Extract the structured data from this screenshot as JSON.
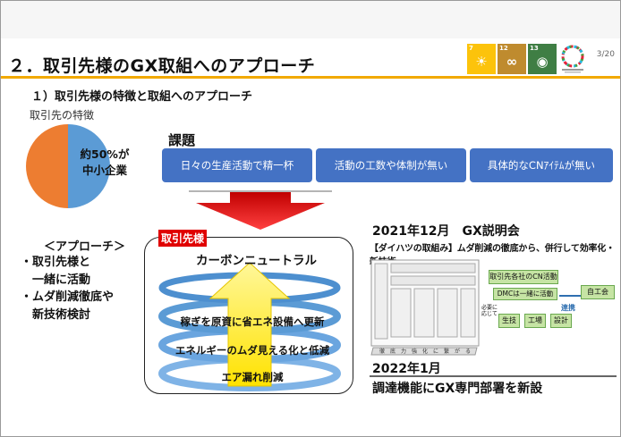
{
  "page": {
    "title": "２．取引先様のGX取組へのアプローチ",
    "page_number": "3/20",
    "subtitle": "１）取引先様の特徴と取組へのアプローチ"
  },
  "sdgs": [
    {
      "num": "7",
      "color": "#fcc30b",
      "icon": "sun-icon"
    },
    {
      "num": "12",
      "color": "#bf8b2e",
      "icon": "infinity-icon"
    },
    {
      "num": "13",
      "color": "#3f7e44",
      "icon": "eye-icon"
    }
  ],
  "features": {
    "label": "取引先の特徴",
    "pie_value": "約50%が\n中小企業",
    "pie_share": 0.5,
    "colors": {
      "blue": "#5b9bd5",
      "orange": "#ed7d31"
    }
  },
  "issues": {
    "title": "課題",
    "items": [
      "日々の生産活動で精一杯",
      "活動の工数や体制が無い",
      "具体的なCNｱｲﾃﾑが無い"
    ],
    "color": "#4472c4"
  },
  "approach": {
    "heading": "＜アプローチ＞",
    "lines": [
      "・取引先様と",
      "　一緒に活動",
      "・ムダ削減徹底や",
      "　新技術検討"
    ]
  },
  "partner": {
    "tag": "取引先様",
    "cn_title": "カーボンニュートラル",
    "activities": [
      "稼ぎを原資に省エネ設備へ更新",
      "エネルギーのムダ見える化と低減",
      "エア漏れ削減"
    ]
  },
  "gx": {
    "year1": "2021年12月　GX説明会",
    "sub": "【ダイハツの取組み】ムダ削減の徹底から、併行して効率化・新技術",
    "diagram": {
      "partner_cn": "取引先各社のCN活動",
      "dmc": "DMCは一緒に活動",
      "self": "自工会",
      "link": "連携",
      "support": "必要に応じて",
      "tags": [
        "生技",
        "工場",
        "設計"
      ],
      "bottom": "徹　底　力　強　化　に　繋　が　る"
    },
    "year2": "2022年1月",
    "new": "調達機能にGX専門部署を新設"
  }
}
